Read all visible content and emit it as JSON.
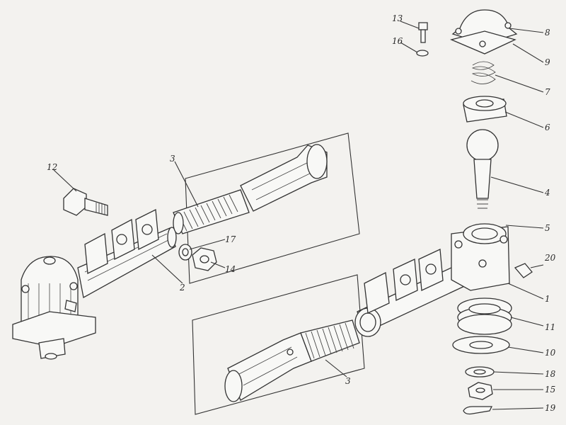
{
  "diagram": {
    "description_visible_text": "",
    "colors": {
      "background": "#f3f2ef",
      "ink": "#333333"
    },
    "callouts": [
      {
        "id": "c12",
        "label": "12"
      },
      {
        "id": "c3a",
        "label": "3"
      },
      {
        "id": "c17",
        "label": "17"
      },
      {
        "id": "c14",
        "label": "14"
      },
      {
        "id": "c2",
        "label": "2"
      },
      {
        "id": "c13",
        "label": "13"
      },
      {
        "id": "c16",
        "label": "16"
      },
      {
        "id": "c8",
        "label": "8"
      },
      {
        "id": "c9",
        "label": "9"
      },
      {
        "id": "c7",
        "label": "7"
      },
      {
        "id": "c6",
        "label": "6"
      },
      {
        "id": "c4",
        "label": "4"
      },
      {
        "id": "c5",
        "label": "5"
      },
      {
        "id": "c20",
        "label": "20"
      },
      {
        "id": "c1",
        "label": "1"
      },
      {
        "id": "c11",
        "label": "11"
      },
      {
        "id": "c10",
        "label": "10"
      },
      {
        "id": "c3b",
        "label": "3"
      },
      {
        "id": "c18",
        "label": "18"
      },
      {
        "id": "c15",
        "label": "15"
      },
      {
        "id": "c19",
        "label": "19"
      }
    ]
  }
}
